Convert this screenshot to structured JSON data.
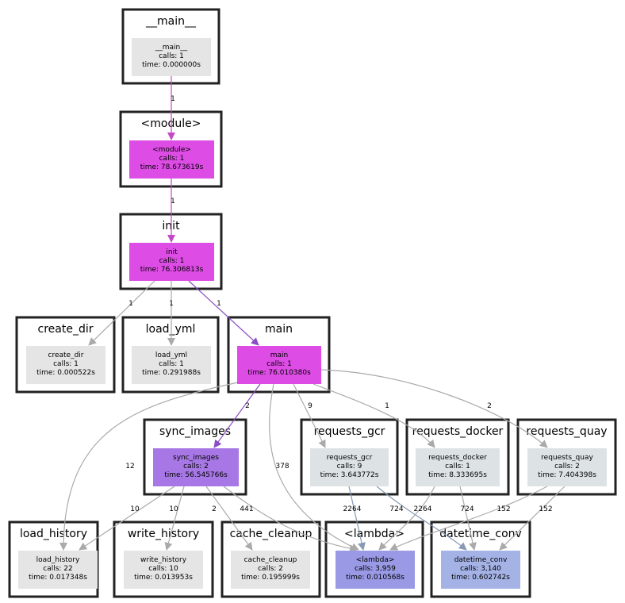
{
  "colors": {
    "gray": "#e5e5e5",
    "magenta": "#dd4ce5",
    "purple": "#a778e5",
    "lightblue": "#dde3e5",
    "violet": "#9a99e5",
    "blue": "#a4b2e5",
    "edge_gray": "#aaaaaa",
    "edge_purple": "#8a4ec6",
    "edge_magenta": "#c548c6",
    "edge_slate": "#8899b5"
  },
  "clusters": [
    {
      "id": "main_mod",
      "title": "__main__",
      "node": {
        "name": "__main__",
        "calls": "calls: 1",
        "time": "time: 0.000000s",
        "color": "gray"
      }
    },
    {
      "id": "module",
      "title": "<module>",
      "node": {
        "name": "<module>",
        "calls": "calls: 1",
        "time": "time: 78.673619s",
        "color": "magenta"
      }
    },
    {
      "id": "init",
      "title": "init",
      "node": {
        "name": "init",
        "calls": "calls: 1",
        "time": "time: 76.306813s",
        "color": "magenta"
      }
    },
    {
      "id": "create_dir",
      "title": "create_dir",
      "node": {
        "name": "create_dir",
        "calls": "calls: 1",
        "time": "time: 0.000522s",
        "color": "gray"
      }
    },
    {
      "id": "load_yml",
      "title": "load_yml",
      "node": {
        "name": "load_yml",
        "calls": "calls: 1",
        "time": "time: 0.291988s",
        "color": "gray"
      }
    },
    {
      "id": "main",
      "title": "main",
      "node": {
        "name": "main",
        "calls": "calls: 1",
        "time": "time: 76.010380s",
        "color": "magenta"
      }
    },
    {
      "id": "sync_images",
      "title": "sync_images",
      "node": {
        "name": "sync_images",
        "calls": "calls: 2",
        "time": "time: 56.545766s",
        "color": "purple"
      }
    },
    {
      "id": "requests_gcr",
      "title": "requests_gcr",
      "node": {
        "name": "requests_gcr",
        "calls": "calls: 9",
        "time": "time: 3.643772s",
        "color": "lightblue"
      }
    },
    {
      "id": "requests_docker",
      "title": "requests_docker",
      "node": {
        "name": "requests_docker",
        "calls": "calls: 1",
        "time": "time: 8.333695s",
        "color": "lightblue"
      }
    },
    {
      "id": "requests_quay",
      "title": "requests_quay",
      "node": {
        "name": "requests_quay",
        "calls": "calls: 2",
        "time": "time: 7.404398s",
        "color": "lightblue"
      }
    },
    {
      "id": "load_history",
      "title": "load_history",
      "node": {
        "name": "load_history",
        "calls": "calls: 22",
        "time": "time: 0.017348s",
        "color": "gray"
      }
    },
    {
      "id": "write_history",
      "title": "write_history",
      "node": {
        "name": "write_history",
        "calls": "calls: 10",
        "time": "time: 0.013953s",
        "color": "gray"
      }
    },
    {
      "id": "cache_cleanup",
      "title": "cache_cleanup",
      "node": {
        "name": "cache_cleanup",
        "calls": "calls: 2",
        "time": "time: 0.195999s",
        "color": "gray"
      }
    },
    {
      "id": "lambda",
      "title": "<lambda>",
      "node": {
        "name": "<lambda>",
        "calls": "calls: 3,959",
        "time": "time: 0.010568s",
        "color": "violet"
      }
    },
    {
      "id": "datetime_conv",
      "title": "datetime_conv",
      "node": {
        "name": "datetime_conv",
        "calls": "calls: 3,140",
        "time": "time: 0.602742s",
        "color": "blue"
      }
    }
  ],
  "edges": [
    {
      "from": "main_mod",
      "to": "module",
      "label": "1",
      "color": "edge_magenta"
    },
    {
      "from": "module",
      "to": "init",
      "label": "1",
      "color": "edge_magenta"
    },
    {
      "from": "init",
      "to": "create_dir",
      "label": "1",
      "color": "edge_gray"
    },
    {
      "from": "init",
      "to": "load_yml",
      "label": "1",
      "color": "edge_gray"
    },
    {
      "from": "init",
      "to": "main",
      "label": "1",
      "color": "edge_purple"
    },
    {
      "from": "main",
      "to": "sync_images",
      "label": "2",
      "color": "edge_purple"
    },
    {
      "from": "main",
      "to": "requests_gcr",
      "label": "9",
      "color": "edge_gray"
    },
    {
      "from": "main",
      "to": "requests_docker",
      "label": "1",
      "color": "edge_gray"
    },
    {
      "from": "main",
      "to": "requests_quay",
      "label": "2",
      "color": "edge_gray"
    },
    {
      "from": "main",
      "to": "load_history",
      "label": "12",
      "color": "edge_gray"
    },
    {
      "from": "main",
      "to": "lambda",
      "label": "378",
      "color": "edge_gray"
    },
    {
      "from": "sync_images",
      "to": "load_history",
      "label": "10",
      "color": "edge_gray"
    },
    {
      "from": "sync_images",
      "to": "write_history",
      "label": "10",
      "color": "edge_gray"
    },
    {
      "from": "sync_images",
      "to": "cache_cleanup",
      "label": "2",
      "color": "edge_gray"
    },
    {
      "from": "sync_images",
      "to": "lambda",
      "label": "441",
      "color": "edge_gray"
    },
    {
      "from": "requests_gcr",
      "to": "lambda",
      "label": "2264",
      "color": "edge_slate"
    },
    {
      "from": "requests_gcr",
      "to": "datetime_conv",
      "label": "2264",
      "color": "edge_slate"
    },
    {
      "from": "requests_docker",
      "to": "lambda",
      "label": "724",
      "color": "edge_gray"
    },
    {
      "from": "requests_docker",
      "to": "datetime_conv",
      "label": "724",
      "color": "edge_gray"
    },
    {
      "from": "requests_quay",
      "to": "lambda",
      "label": "152",
      "color": "edge_gray"
    },
    {
      "from": "requests_quay",
      "to": "datetime_conv",
      "label": "152",
      "color": "edge_gray"
    }
  ]
}
